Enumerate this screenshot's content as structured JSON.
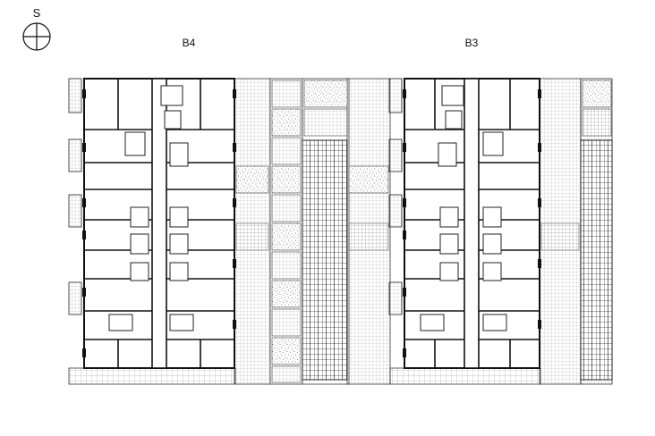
{
  "compass": {
    "letter": "S",
    "icon": "compass-icon"
  },
  "blocks": [
    {
      "id": "b4",
      "label": "B4"
    },
    {
      "id": "b3",
      "label": "B3"
    }
  ]
}
